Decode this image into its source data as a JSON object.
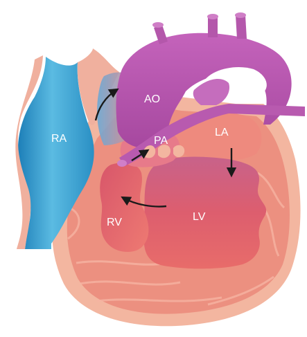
{
  "labels": {
    "ra": "RA",
    "ao": "AO",
    "pa": "PA",
    "la": "LA",
    "rv": "RV",
    "lv": "LV"
  },
  "colors": {
    "background": "#ffffff",
    "pericardium": "#f3b6a0",
    "myocardium": "#ea8a7c",
    "chamber": "#e0646c",
    "atrium_pink": "#ec8a86",
    "vena_blue": "#2f97c9",
    "vena_blue_light": "#56b6df",
    "aorta_purple": "#b453ac",
    "aorta_purple_light": "#cc6fc3",
    "arrow": "#1a1a1a"
  },
  "icons": {
    "flow_arrow_ra_to_ao": "curved-arrow-icon",
    "flow_arrow_pa": "straight-arrow-icon",
    "flow_arrow_la_to_lv": "down-arrow-icon",
    "flow_arrow_lv_to_rv": "curved-arrow-icon"
  }
}
